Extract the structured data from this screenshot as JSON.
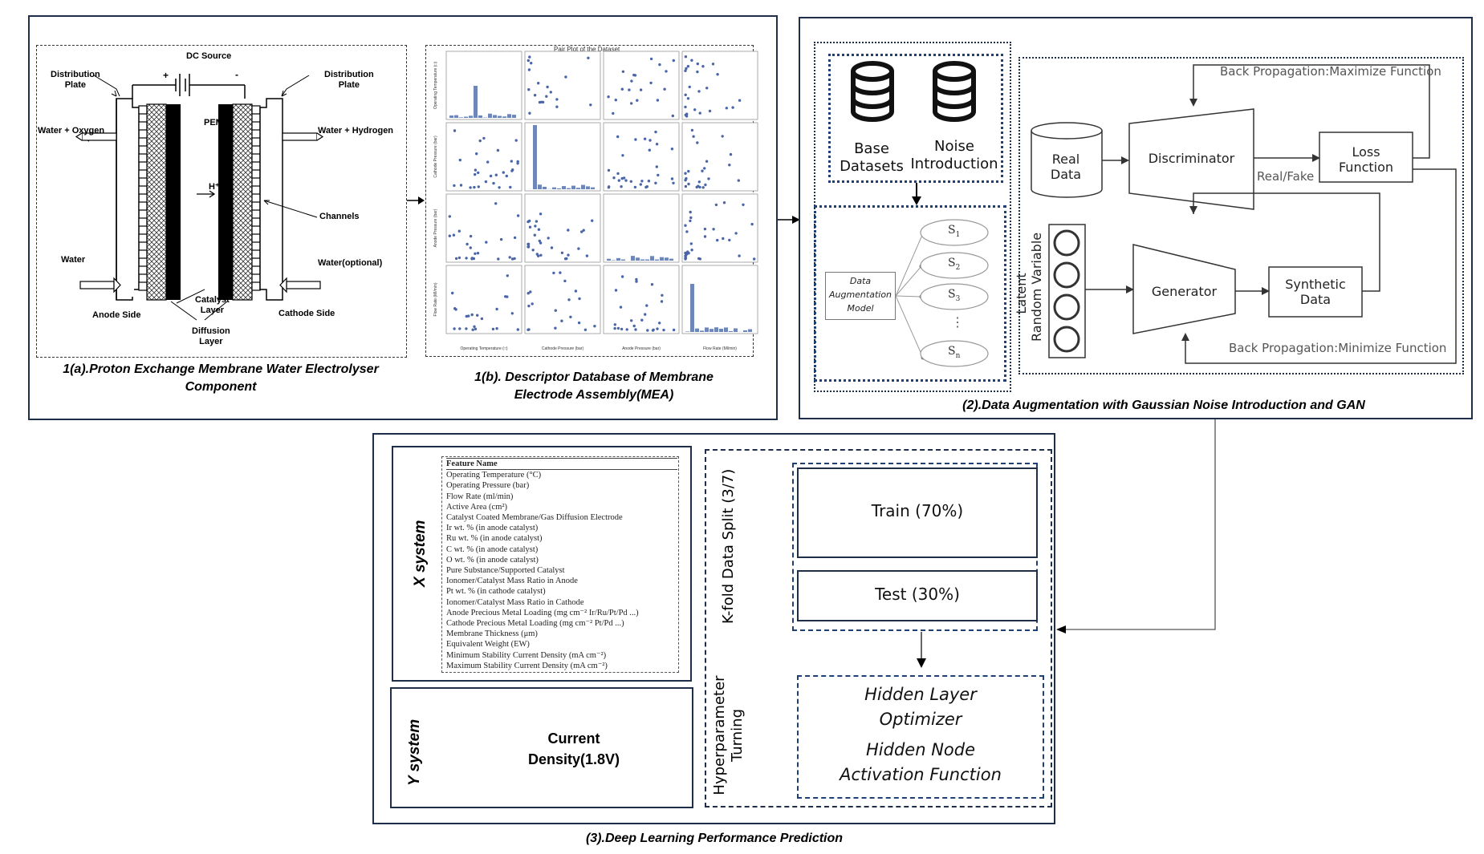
{
  "panel1": {
    "pem": {
      "dc_source": "DC Source",
      "plus": "+",
      "minus": "-",
      "dist_plate_left": [
        "Distribution",
        "Plate"
      ],
      "dist_plate_right": [
        "Distribution",
        "Plate"
      ],
      "pem": "PEM",
      "water_oxygen": "Water + Oxygen",
      "water_hydrogen": "Water + Hydrogen",
      "hplus": "H⁺",
      "channels": "Channels",
      "water": "Water",
      "water_optional": "Water(optional)",
      "catalyst_layer": [
        "Catalyst",
        "Layer"
      ],
      "diffusion_layer": [
        "Diffusion",
        "Layer"
      ],
      "anode_side": "Anode Side",
      "cathode_side": "Cathode Side"
    },
    "caption_a": [
      "1(a).Proton Exchange Membrane Water Electrolyser",
      "Component"
    ],
    "pairplot": {
      "title": "Pair Plot of the Dataset",
      "ylabels": [
        "Operating Temperature (□)",
        "Cathode Pressure (bar)",
        "Anode Pressure (bar)",
        "Flow Rate (Ml/min)"
      ],
      "xlabels": [
        "Operating Temperature (□)",
        "Cathode Pressure (bar)",
        "Anode Pressure (bar)",
        "Flow Rate (Ml/min)"
      ]
    },
    "caption_b": [
      "1(b). Descriptor Database of Membrane",
      "Electrode Assembly(MEA)"
    ]
  },
  "panel2": {
    "base_datasets": [
      "Base",
      "Datasets"
    ],
    "noise_intro": [
      "Noise",
      "Introduction"
    ],
    "dam": [
      "Data",
      "Augmentation",
      "Model"
    ],
    "samples": [
      "S",
      "S",
      "S",
      "S"
    ],
    "sample_subs": [
      "1",
      "2",
      "3",
      "n"
    ],
    "ellipsis": "⋮",
    "gan": {
      "bp_max": "Back Propagation:Maximize Function",
      "bp_min": "Back Propagation:Minimize Function",
      "real_data": [
        "Real",
        "Data"
      ],
      "discriminator": "Discriminator",
      "real_fake": "Real/Fake",
      "loss_function": [
        "Loss",
        "Function"
      ],
      "latent": [
        "Latent",
        "Random Variable"
      ],
      "generator": "Generator",
      "synthetic_data": [
        "Synthetic",
        "Data"
      ]
    },
    "caption": "(2).Data Augmentation with Gaussian Noise Introduction and GAN"
  },
  "panel3": {
    "x_system": "X system",
    "y_system": "Y system",
    "feature_header": "Feature Name",
    "features": [
      "Operating Temperature (°C)",
      "Operating Pressure (bar)",
      "Flow Rate (ml/min)",
      "Active Area (cm²)",
      "Catalyst Coated Membrane/Gas Diffusion Electrode",
      "Ir wt. % (in anode catalyst)",
      "Ru wt. % (in anode catalyst)",
      "C wt. % (in anode catalyst)",
      "O wt. % (in anode catalyst)",
      "Pure Substance/Supported Catalyst",
      "Ionomer/Catalyst Mass Ratio in Anode",
      "Pt wt. % (in cathode catalyst)",
      "Ionomer/Catalyst Mass Ratio in Cathode",
      "Anode Precious Metal Loading (mg cm⁻² Ir/Ru/Pt/Pd ...)",
      "Cathode Precious Metal Loading (mg cm⁻² Pt/Pd ...)",
      "Membrane Thickness (μm)",
      "Equivalent Weight (EW)",
      "Minimum Stability Current Density (mA cm⁻²)",
      "Maximum Stability Current Density (mA cm⁻²)"
    ],
    "current_density": [
      "Current",
      "Density(1.8V)"
    ],
    "kfold": "K-fold Data Split (3/7)",
    "train": "Train (70%)",
    "test": "Test (30%)",
    "hyper": [
      "Hyperparameter",
      "Turning"
    ],
    "hidden": [
      "Hidden Layer",
      "Optimizer",
      "Hidden Node",
      "Activation Function"
    ],
    "caption": "(3).Deep Learning Performance Prediction"
  }
}
